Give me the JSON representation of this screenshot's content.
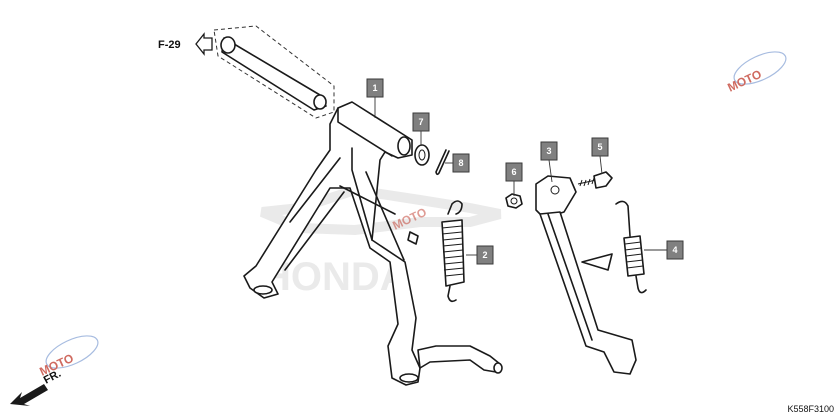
{
  "diagram": {
    "ref_page": "F-29",
    "front_label": "FR.",
    "drawing_code": "K558F3100",
    "watermark_brand": "HONDA",
    "watermark_site": "MOTO",
    "colors": {
      "line": "#1a1a1a",
      "callout_fill": "#808080",
      "callout_text": "#ffffff",
      "watermark": "#d9d9d9",
      "watermark_accent": "#c0392b"
    },
    "callouts": [
      "1",
      "2",
      "3",
      "4",
      "5",
      "6",
      "7",
      "8"
    ]
  }
}
